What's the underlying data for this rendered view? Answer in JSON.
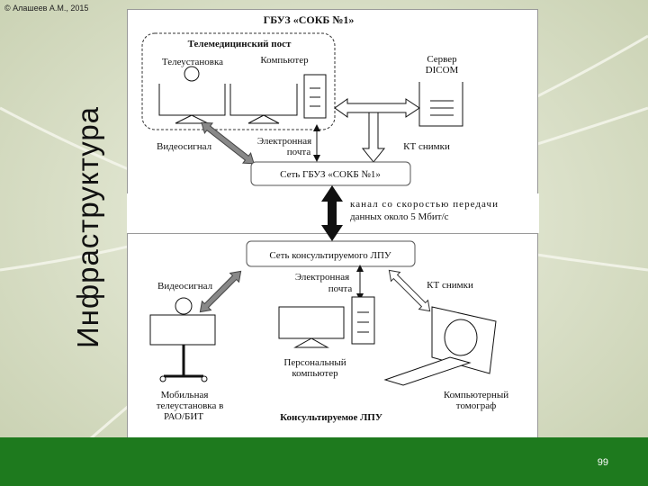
{
  "copyright": "© Алашеев А.М., 2015",
  "page_title": "Инфраструктура",
  "page_number": "99",
  "top_panel": {
    "title": "ГБУЗ «СОКБ №1»",
    "post_title": "Телемедицинский пост",
    "tele_unit": "Телеустановка",
    "computer": "Компьютер",
    "server_line1": "Сервер",
    "server_line2": "DICOM",
    "video_signal": "Видеосигнал",
    "email_line1": "Электронная",
    "email_line2": "почта",
    "ct_images": "КТ снимки",
    "network": "Сеть ГБУЗ «СОКБ №1»"
  },
  "link": {
    "line1": "канал со скоростью передачи",
    "line2": "данных около 5 Мбит/с"
  },
  "bottom_panel": {
    "network": "Сеть консультируемого ЛПУ",
    "video_signal": "Видеосигнал",
    "email_line1": "Электронная",
    "email_line2": "почта",
    "ct_images": "КТ снимки",
    "pc_line1": "Персональный",
    "pc_line2": "компьютер",
    "mobile_line1": "Мобильная",
    "mobile_line2": "телеустановка в",
    "mobile_line3": "РАО/БИТ",
    "tomograph_line1": "Компьютерный",
    "tomograph_line2": "томограф",
    "title": "Консультируемое ЛПУ"
  }
}
